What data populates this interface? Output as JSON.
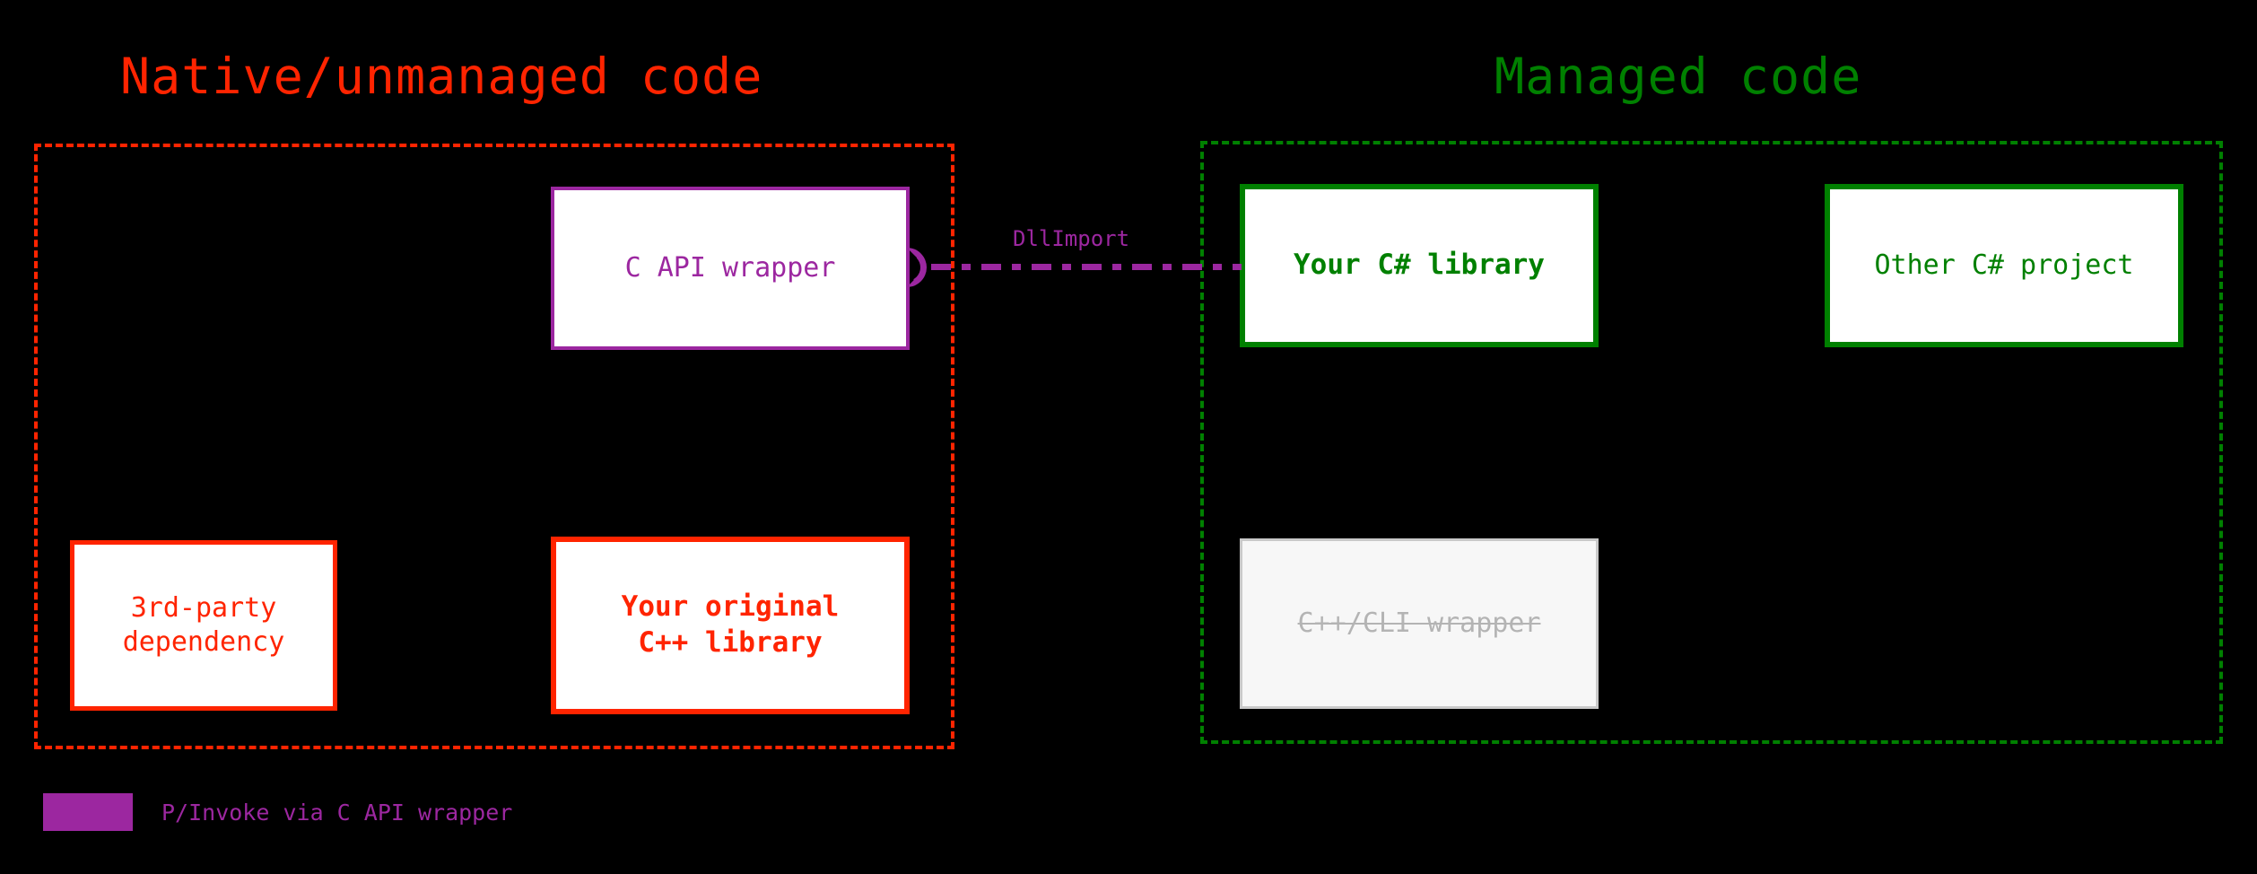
{
  "diagram": {
    "background_color": "#000000",
    "colors": {
      "native_red": "#ff2400",
      "managed_green": "#008000",
      "pinvoke_purple": "#9c27a0",
      "disabled_gray": "#b4b4b4"
    },
    "groups": [
      {
        "id": "native",
        "title": "Native/unmanaged code",
        "color": "#ff2400",
        "border_style": "dashed"
      },
      {
        "id": "managed",
        "title": "Managed code",
        "color": "#008000",
        "border_style": "dashed"
      }
    ],
    "nodes": [
      {
        "id": "c-api-wrapper",
        "label": "C API wrapper",
        "group": "native",
        "color": "#9c27a0",
        "bold": false,
        "struck_through": false
      },
      {
        "id": "3rd-party-dependency",
        "label": "3rd-party\ndependency",
        "group": "native",
        "color": "#ff2400",
        "bold": false,
        "struck_through": false
      },
      {
        "id": "your-original-cpp-library",
        "label": "Your original\nC++ library",
        "group": "native",
        "color": "#ff2400",
        "bold": true,
        "struck_through": false
      },
      {
        "id": "your-csharp-library",
        "label": "Your C# library",
        "group": "managed",
        "color": "#008000",
        "bold": true,
        "struck_through": false
      },
      {
        "id": "other-csharp-project",
        "label": "Other C# project",
        "group": "managed",
        "color": "#008000",
        "bold": false,
        "struck_through": false
      },
      {
        "id": "cpp-cli-wrapper",
        "label": "C++/CLI wrapper",
        "group": "managed",
        "color": "#b4b4b4",
        "bold": false,
        "struck_through": true
      }
    ],
    "connector": {
      "label": "DllImport",
      "from": "c-api-wrapper",
      "to": "your-csharp-library",
      "color": "#9c27a0",
      "line_style": "dash-dot",
      "end_marker": "socket-arc"
    },
    "legend": [
      {
        "swatch_color": "#9c27a0",
        "label": "P/Invoke via C API wrapper"
      }
    ]
  }
}
